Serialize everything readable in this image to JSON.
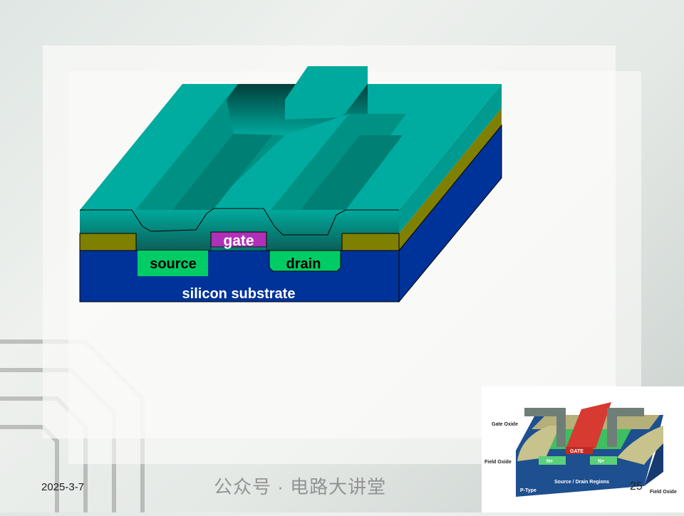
{
  "diagram": {
    "labels": {
      "gate": "gate",
      "source": "source",
      "drain": "drain",
      "substrate": "silicon substrate"
    },
    "colors": {
      "oxide": "#00a99d",
      "poly_olive": "#808000",
      "substrate": "#003399",
      "diffusion": "#00cc66",
      "gate": "#b030b8"
    }
  },
  "inset": {
    "gate_label": "GATE",
    "n_left": "N+",
    "n_right": "N+",
    "gate_oxide": "Gate Oxide",
    "field_oxide_left": "Field Oxide",
    "field_oxide_right": "Field Oxide",
    "source_drain": "Source / Drain Regions",
    "p_type": "P-Type"
  },
  "footer": {
    "date": "2025-3-7",
    "page_number": "25",
    "watermark": "公众号 · 电路大讲堂"
  }
}
